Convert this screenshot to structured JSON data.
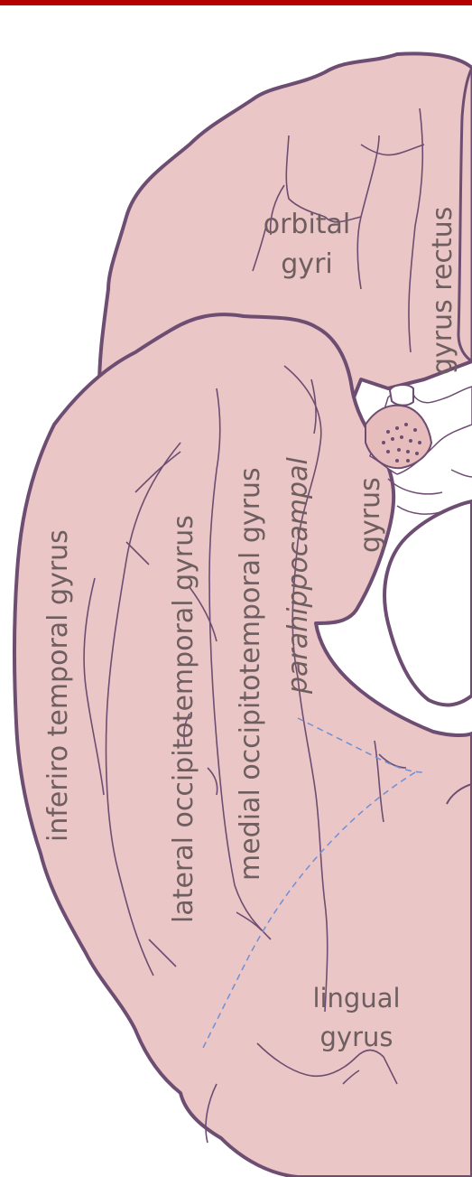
{
  "colors": {
    "brain_fill": "#ebc6c6",
    "outline": "#6e4d72",
    "sulcus": "#6e4d72",
    "label_text": "#6e5e5f",
    "boundary_dashed": "#6f8fd6",
    "top_bar": "#b30000"
  },
  "labels": {
    "orbital_line1": "orbital",
    "orbital_line2": "gyri",
    "gyrus_rectus": "gyrus rectus",
    "parahippocampal_line1": "parahippocampal",
    "parahippocampal_line2": "gyrus",
    "medial_occipitotemporal": "medial occipitotemporal gyrus",
    "lateral_occipitotemporal": "lateral occipitotemporal gyrus",
    "inferior_temporal": "inferiro temporal gyrus",
    "lingual_line1": "lingual",
    "lingual_line2": "gyrus"
  }
}
